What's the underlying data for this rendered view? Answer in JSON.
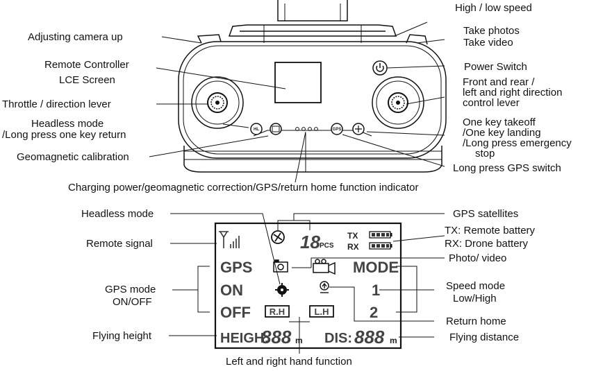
{
  "labels": {
    "high_low_speed": "High / low speed",
    "adjusting_camera_up": "Adjusting camera up",
    "take_photos": "Take photos",
    "take_video": "Take video",
    "remote_controller": "Remote Controller",
    "lce_screen": "LCE Screen",
    "power_switch": "Power Switch",
    "front_rear_1": "Front and rear /",
    "front_rear_2": "left and right direction",
    "front_rear_3": "control lever",
    "throttle_lever": "Throttle / direction lever",
    "headless_mode_1": "Headless mode",
    "headless_mode_2": "/Long press one key return",
    "one_key_1": "One key  takeoff",
    "one_key_2": "/One key landing",
    "one_key_3": "/Long press emergency",
    "one_key_4": "stop",
    "geomagnetic_calibration": "Geomagnetic calibration",
    "long_press_gps": "Long press GPS switch",
    "charging_indicator": "Charging power/geomagnetic correction/GPS/return home function indicator",
    "lcd_headless_mode": "Headless mode",
    "gps_satellites": "GPS satellites",
    "remote_signal": "Remote signal",
    "tx_remote_battery": "TX: Remote battery",
    "rx_drone_battery": "RX: Drone battery",
    "photo_video": "Photo/ video",
    "gps_mode": "GPS mode",
    "gps_on_off": "ON/OFF",
    "speed_mode": "Speed mode",
    "speed_low_high": "Low/High",
    "return_home": "Return home",
    "flying_height": "Flying height",
    "flying_distance": "Flying distance",
    "left_right_hand": "Left and right hand function"
  },
  "controller": {
    "gps_button": "GPS",
    "headless_button": "HL"
  },
  "lcd": {
    "gps": "GPS",
    "on": "ON",
    "off": "OFF",
    "mode": "MODE",
    "speed_1": "1",
    "speed_2": "2",
    "tx": "TX",
    "rx": "RX",
    "satellite_count": "18",
    "pcs": "PCS",
    "rh": "R.H",
    "lh": "L.H",
    "height_label": "HEIGH:",
    "height_value": "888",
    "height_unit": "m",
    "dis_label": "DIS:",
    "dis_value": "888",
    "dis_unit": "m"
  }
}
